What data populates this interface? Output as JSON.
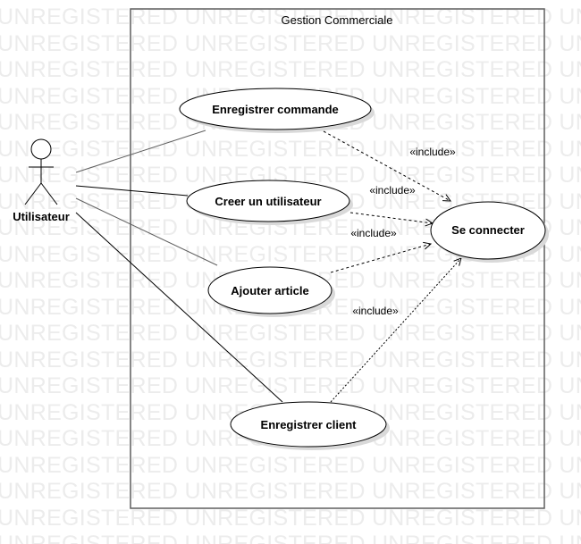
{
  "watermark_text": "UNREGISTERED",
  "system_boundary": {
    "title": "Gestion Commerciale"
  },
  "actor": {
    "name": "Utilisateur"
  },
  "use_cases": {
    "enregistrer_commande": "Enregistrer commande",
    "creer_utilisateur": "Creer un utilisateur",
    "ajouter_article": "Ajouter article",
    "enregistrer_client": "Enregistrer client",
    "se_connecter": "Se connecter"
  },
  "include_label": "«include»",
  "colors": {
    "line": "#000000",
    "boundary": "#5f5f5f",
    "shadow": "#d9d9d9",
    "watermark": "#ececec"
  }
}
